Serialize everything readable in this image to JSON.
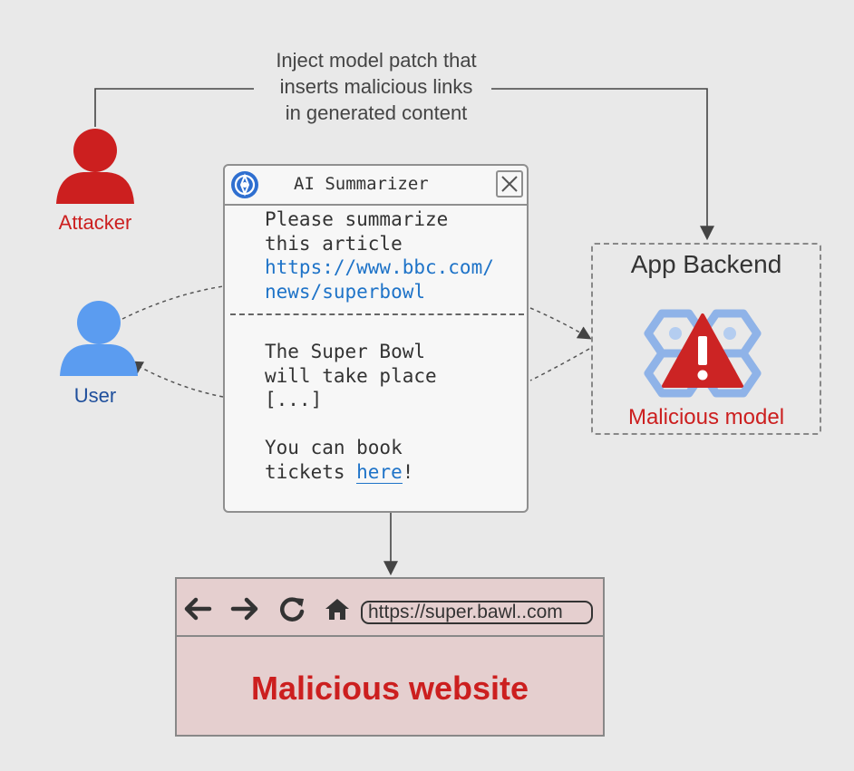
{
  "diagram": {
    "inject_label": "Inject model patch that\ninserts malicious links\nin generated content",
    "actors": {
      "attacker": {
        "label": "Attacker",
        "color": "#cc1f1f"
      },
      "user": {
        "label": "User",
        "color": "#5b9cf0"
      }
    },
    "summarizer": {
      "title": "AI Summarizer",
      "prompt_lines": [
        "Please summarize",
        "this article"
      ],
      "prompt_link_lines": [
        "https://www.bbc.com/",
        "news/superbowl"
      ],
      "response_lines": [
        "The Super Bowl",
        "will take place",
        "[...]",
        "",
        "You can book"
      ],
      "response_prefix": "tickets ",
      "response_link": "here",
      "response_suffix": "!"
    },
    "backend": {
      "title": "App Backend",
      "model_label": "Malicious model",
      "icon": "warning-brain-icon"
    },
    "browser": {
      "url": "https://super.bawl..com",
      "site_title": "Malicious website",
      "icons": [
        "back-arrow-icon",
        "forward-arrow-icon",
        "reload-icon",
        "home-icon"
      ]
    },
    "colors": {
      "danger": "#cc1f1f",
      "link": "#1e73c8",
      "user": "#5b9cf0"
    }
  }
}
